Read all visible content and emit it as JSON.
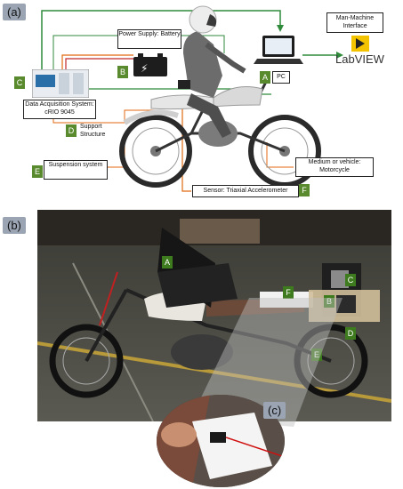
{
  "panel_a": {
    "label": "(a)",
    "man_machine": "Man-Machine Interface",
    "labview": "LabVIEW",
    "power_supply": "Power Supply: Battery",
    "pc": "PC",
    "daq": "Data Acquisition System: cRIO 9045",
    "support_structure": "Support Structure",
    "suspension": "Suspension system",
    "sensor": "Sensor: Triaxial Accelerometer",
    "medium": "Medium or vehicle: Motorcycle",
    "tags": {
      "a": "A",
      "b": "B",
      "c": "C",
      "d": "D",
      "e": "E",
      "f": "F"
    }
  },
  "panel_b": {
    "label": "(b)",
    "tags": {
      "a": "A",
      "b": "B",
      "c": "C",
      "d": "D",
      "e": "E",
      "f": "F"
    }
  },
  "panel_c": {
    "label": "(c)"
  },
  "colors": {
    "tag_green": "#5a8a2e",
    "wire_green": "#2f8a3a",
    "wire_orange": "#e06a12",
    "panel_label_bg": "#9aa4b3"
  }
}
